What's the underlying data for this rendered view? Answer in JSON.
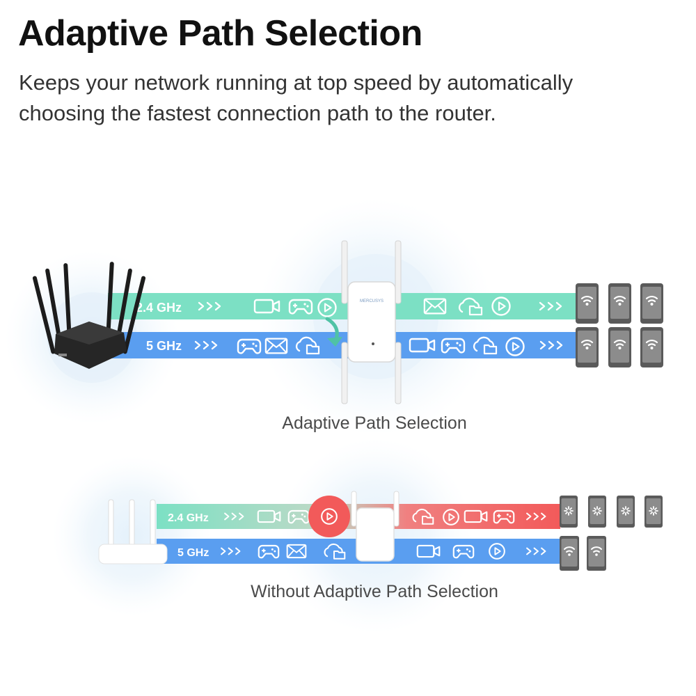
{
  "title": "Adaptive Path Selection",
  "subtitle": "Keeps your network running at top speed by automatically choosing the fastest connection path to the router.",
  "extender_brand": "MERCUSYS",
  "diagrams": [
    {
      "caption": "Adaptive Path Selection",
      "bands": [
        {
          "label": "2.4 GHz",
          "color": "#7ce0c4",
          "left_icons": [
            "video-camera-icon",
            "gamepad-icon",
            "play-icon"
          ],
          "right_icons": [
            "mail-icon",
            "cloud-folder-icon",
            "play-icon"
          ]
        },
        {
          "label": "5 GHz",
          "color": "#5a9ef0",
          "left_icons": [
            "gamepad-icon",
            "mail-icon",
            "cloud-folder-icon"
          ],
          "right_icons": [
            "video-camera-icon",
            "gamepad-icon",
            "cloud-folder-icon",
            "play-icon"
          ]
        }
      ],
      "devices": [
        {
          "row": 1,
          "status": "connected",
          "count": 3
        },
        {
          "row": 2,
          "status": "connected",
          "count": 3
        }
      ]
    },
    {
      "caption": "Without Adaptive Path Selection",
      "bands": [
        {
          "label": "2.4 GHz",
          "color": "#7ce0c4",
          "congested_color": "#f25a5a",
          "left_icons": [
            "video-camera-icon",
            "gamepad-icon",
            "play-icon"
          ],
          "right_icons": [
            "cloud-folder-icon",
            "play-icon",
            "video-camera-icon",
            "gamepad-icon"
          ]
        },
        {
          "label": "5 GHz",
          "color": "#5a9ef0",
          "left_icons": [
            "gamepad-icon",
            "mail-icon",
            "cloud-folder-icon"
          ],
          "right_icons": [
            "video-camera-icon",
            "gamepad-icon",
            "play-icon"
          ]
        }
      ],
      "devices": [
        {
          "row": 1,
          "status": "loading",
          "count": 4
        },
        {
          "row": 2,
          "status": "connected",
          "count": 2
        }
      ]
    }
  ]
}
